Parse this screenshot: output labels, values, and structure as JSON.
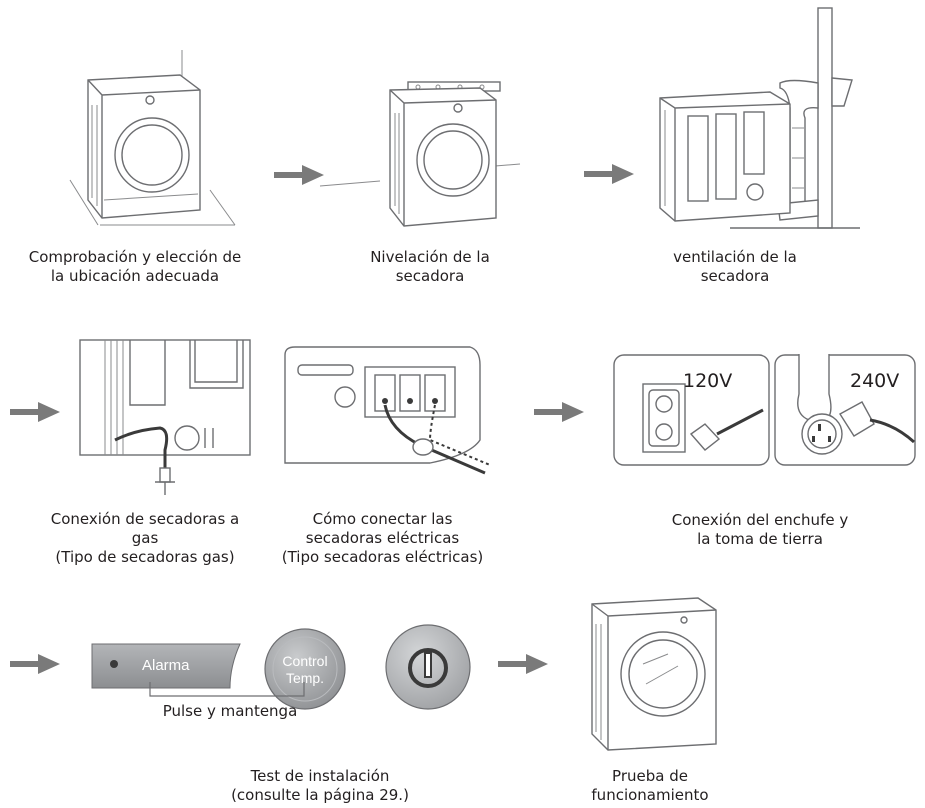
{
  "steps": [
    {
      "id": "location",
      "caption": [
        "Comprobación y elección de",
        "la ubicación adecuada"
      ]
    },
    {
      "id": "leveling",
      "caption": [
        "Nivelación de la",
        "secadora"
      ]
    },
    {
      "id": "venting",
      "caption": [
        "ventilación de la",
        "secadora"
      ]
    },
    {
      "id": "gas",
      "caption": [
        "Conexión de secadoras a",
        "gas",
        "(Tipo de secadoras gas)"
      ]
    },
    {
      "id": "electric",
      "caption": [
        "Cómo conectar las",
        "secadoras eléctricas",
        "(Tipo secadoras eléctricas)"
      ]
    },
    {
      "id": "plug",
      "caption": [
        "Conexión del enchufe y",
        "la toma de tierra"
      ]
    },
    {
      "id": "test",
      "caption": [
        "Test de instalación",
        "(consulte la página 29.)"
      ]
    },
    {
      "id": "operation",
      "caption": [
        "Prueba de",
        "funcionamiento"
      ]
    }
  ],
  "voltage_labels": {
    "v120": "120V",
    "v240": "240V"
  },
  "buttons": {
    "alarm": "Alarma",
    "control_line1": "Control",
    "control_line2": "Temp."
  },
  "press_hold": "Pulse y mantenga",
  "colors": {
    "arrow": "#7a7a7a",
    "line": "#6d6e71",
    "button_grey": "#9d9fa2"
  },
  "icons": [
    "arrow-right-icon",
    "dryer-icon",
    "power-icon",
    "outlet-icon",
    "plug-icon"
  ]
}
